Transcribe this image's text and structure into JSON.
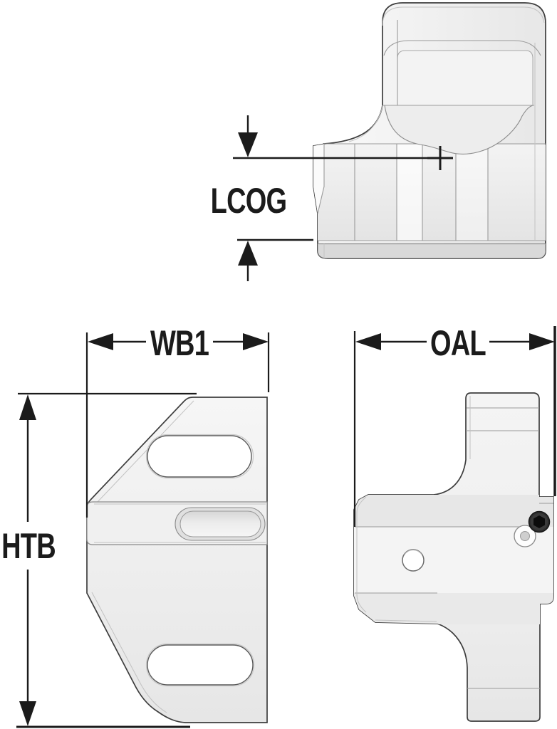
{
  "dimensions": {
    "lcog": "LCOG",
    "wb1": "WB1",
    "htb": "HTB",
    "oal": "OAL"
  },
  "colors": {
    "background": "#ffffff",
    "dimension_line": "#1b1b1b",
    "part_outline": "#3d3d3d",
    "part_detail_line": "#9a9a9a",
    "body_light": "#f7f7f7",
    "body_mid": "#ebebeb",
    "body_dark": "#d9d9d9",
    "screw_dark": "#2e2e2e",
    "hex_socket": "#0c0c0c"
  }
}
